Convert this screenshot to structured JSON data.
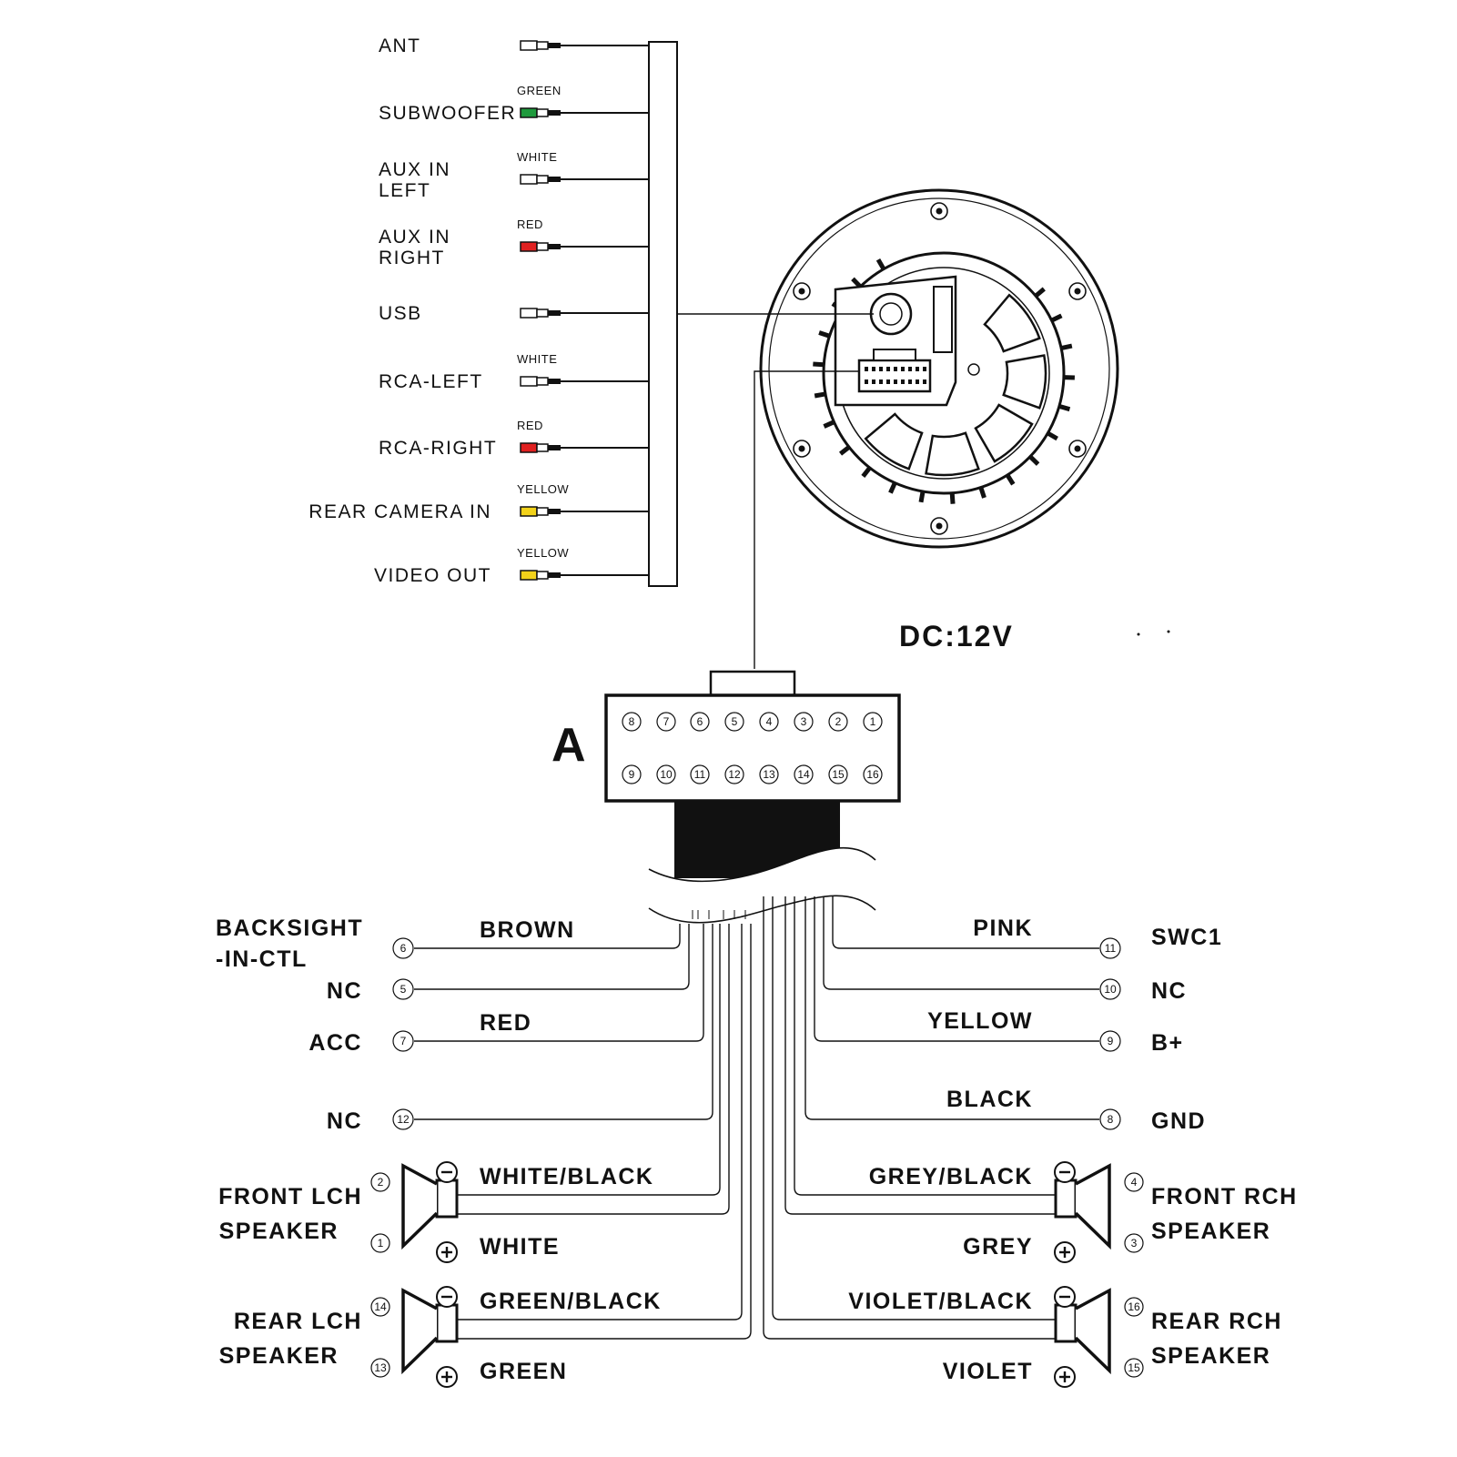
{
  "diagram": {
    "left_ports": [
      {
        "label_lines": [
          "ANT"
        ],
        "color_label": "",
        "color": "#ffffff"
      },
      {
        "label_lines": [
          "SUBWOOFER"
        ],
        "color_label": "GREEN",
        "color": "#1e9a3c"
      },
      {
        "label_lines": [
          "AUX IN",
          "LEFT"
        ],
        "color_label": "WHITE",
        "color": "#ffffff"
      },
      {
        "label_lines": [
          "AUX IN",
          "RIGHT"
        ],
        "color_label": "RED",
        "color": "#e02020"
      },
      {
        "label_lines": [
          "USB"
        ],
        "color_label": "",
        "color": "#ffffff"
      },
      {
        "label_lines": [
          "RCA-LEFT"
        ],
        "color_label": "WHITE",
        "color": "#ffffff"
      },
      {
        "label_lines": [
          "RCA-RIGHT"
        ],
        "color_label": "RED",
        "color": "#e02020"
      },
      {
        "label_lines": [
          "REAR CAMERA IN"
        ],
        "color_label": "YELLOW",
        "color": "#f2d21a"
      },
      {
        "label_lines": [
          "VIDEO OUT"
        ],
        "color_label": "YELLOW",
        "color": "#f2d21a"
      }
    ],
    "power_label": "DC:12V",
    "connector_label": "A",
    "connector_pins_top": [
      "8",
      "7",
      "6",
      "5",
      "4",
      "3",
      "2",
      "1"
    ],
    "connector_pins_bottom": [
      "9",
      "10",
      "11",
      "12",
      "13",
      "14",
      "15",
      "16"
    ],
    "left_wires": [
      {
        "pin": "6",
        "function_lines": [
          "BACKSIGHT",
          "-IN-CTL"
        ],
        "color_name": "BROWN"
      },
      {
        "pin": "5",
        "function_lines": [
          "NC"
        ],
        "color_name": ""
      },
      {
        "pin": "7",
        "function_lines": [
          "ACC"
        ],
        "color_name": "RED"
      },
      {
        "pin": "12",
        "function_lines": [
          "NC"
        ],
        "color_name": ""
      }
    ],
    "right_wires": [
      {
        "pin": "11",
        "function_lines": [
          "SWC1"
        ],
        "color_name": "PINK"
      },
      {
        "pin": "10",
        "function_lines": [
          "NC"
        ],
        "color_name": ""
      },
      {
        "pin": "9",
        "function_lines": [
          "B+"
        ],
        "color_name": "YELLOW"
      },
      {
        "pin": "8",
        "function_lines": [
          "GND"
        ],
        "color_name": "BLACK"
      }
    ],
    "speakers": [
      {
        "side": "left",
        "label_lines": [
          "FRONT LCH",
          "SPEAKER"
        ],
        "neg_pin": "2",
        "pos_pin": "1",
        "neg_color": "WHITE/BLACK",
        "pos_color": "WHITE"
      },
      {
        "side": "left",
        "label_lines": [
          "REAR LCH",
          "SPEAKER"
        ],
        "neg_pin": "14",
        "pos_pin": "13",
        "neg_color": "GREEN/BLACK",
        "pos_color": "GREEN"
      },
      {
        "side": "right",
        "label_lines": [
          "FRONT RCH",
          "SPEAKER"
        ],
        "neg_pin": "4",
        "pos_pin": "3",
        "neg_color": "GREY/BLACK",
        "pos_color": "GREY"
      },
      {
        "side": "right",
        "label_lines": [
          "REAR RCH",
          "SPEAKER"
        ],
        "neg_pin": "16",
        "pos_pin": "15",
        "neg_color": "VIOLET/BLACK",
        "pos_color": "VIOLET"
      }
    ]
  }
}
